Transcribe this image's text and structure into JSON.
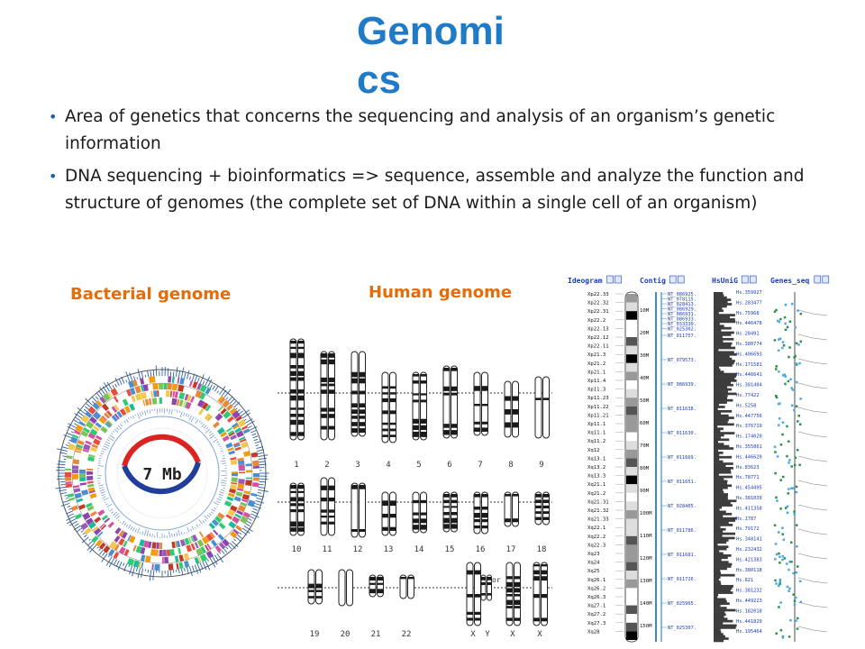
{
  "title": "Genomics",
  "bullets": [
    "Area of genetics that concerns the sequencing and analysis of an organism’s genetic information",
    "DNA sequencing + bioinformatics => sequence, assemble and analyze the function and structure of genomes (the complete set of DNA within a single cell of an organism)"
  ],
  "labels": {
    "bacterial": "Bacterial genome",
    "human": "Human genome"
  },
  "bacterial": {
    "center_label": "7 Mb"
  },
  "karyotype": {
    "row1": [
      "1",
      "2",
      "3",
      "4",
      "5",
      "6",
      "7",
      "8",
      "9"
    ],
    "row2": [
      "10",
      "11",
      "12",
      "13",
      "14",
      "15",
      "16",
      "17",
      "18"
    ],
    "row3": [
      "19",
      "20",
      "21",
      "22",
      "X",
      "Y",
      "X",
      "X"
    ],
    "or_label": "or"
  },
  "browser": {
    "headers": [
      "Ideogram",
      "Contig",
      "HsUniG",
      "Genes_seq"
    ],
    "bands": [
      "Xp22.33",
      "Xp22.32",
      "Xp22.31",
      "Xp22.2",
      "Xp22.13",
      "Xp22.12",
      "Xp22.11",
      "Xp21.3",
      "Xp21.2",
      "Xp21.1",
      "Xp11.4",
      "Xp11.3",
      "Xp11.23",
      "Xp11.22",
      "Xp11.21",
      "Xp11.1",
      "Xq11.1",
      "Xq11.2",
      "Xq12",
      "Xq13.1",
      "Xq13.2",
      "Xq13.3",
      "Xq21.1",
      "Xq21.2",
      "Xq21.31",
      "Xq21.32",
      "Xq21.33",
      "Xq22.1",
      "Xq22.2",
      "Xq22.3",
      "Xq23",
      "Xq24",
      "Xq25",
      "Xq26.1",
      "Xq26.2",
      "Xq26.3",
      "Xq27.1",
      "Xq27.2",
      "Xq27.3",
      "Xq28"
    ],
    "scale": [
      "10M",
      "20M",
      "30M",
      "40M",
      "50M",
      "60M",
      "70M",
      "80M",
      "90M",
      "100M",
      "110M",
      "120M",
      "130M",
      "140M",
      "150M"
    ],
    "contigs": [
      "NT_086925.",
      "NT_078115.",
      "NT_028413.",
      "NT_086929.",
      "NT_086931.",
      "NT_086933.",
      "NT_033330.",
      "NT_025302.",
      "NT_011757.",
      "NT_079573.",
      "NT_086939.",
      "NT_011638.",
      "NT_011630.",
      "NT_011669.",
      "NT_011651.",
      "NT_028405.",
      "NT_011786.",
      "NT_011681.",
      "NT_011726.",
      "NT_025965.",
      "NT_025307."
    ],
    "unigenes": [
      "Hs.359927",
      "Hs.283477",
      "Hs.75968",
      "Hs.446478",
      "Hs.28491",
      "Hs.380774",
      "Hs.406693",
      "Hs.171581",
      "Hs.446641",
      "Hs.381404",
      "Hs.77422",
      "Hs.5258",
      "Hs.447756",
      "Hs.376719",
      "Hs.174020",
      "Hs.355861",
      "Hs.446620",
      "Hs.83623",
      "Hs.78771",
      "Hs.454495",
      "Hs.381039",
      "Hs.411358",
      "Hs.1787",
      "Hs.79172",
      "Hs.348141",
      "Hs.232432",
      "Hs.421383",
      "Hs.380118",
      "Hs.821",
      "Hs.381232",
      "Hs.449223",
      "Hs.182018",
      "Hs.441829",
      "Hs.195464"
    ]
  }
}
